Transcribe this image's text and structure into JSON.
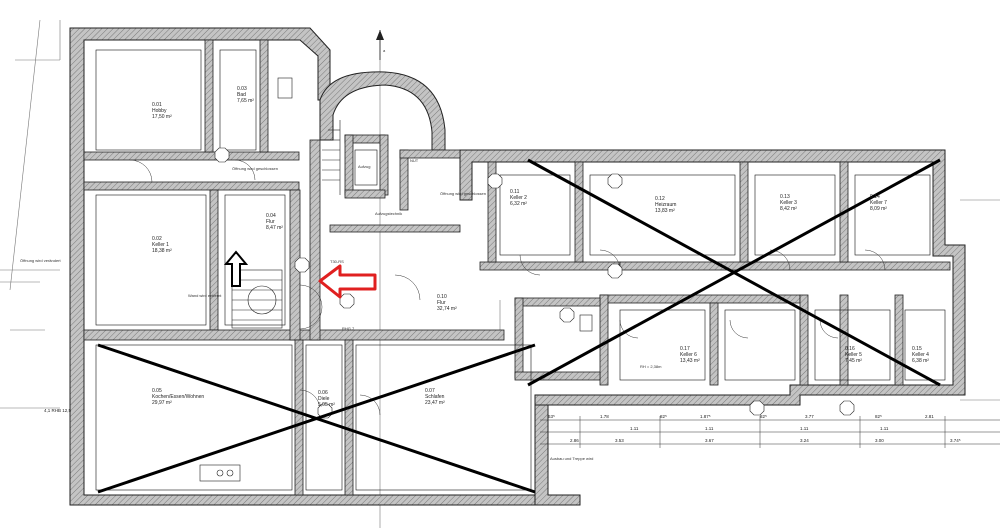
{
  "colors": {
    "wall": "#3a3a3a",
    "wall_fill": "#b5b5b5",
    "line": "#111111",
    "cross": "#000000",
    "arrow": "#e02020",
    "arrow_fill": "#ffffff"
  },
  "north": "a",
  "rooms": [
    {
      "num": "0.01",
      "name": "Hobby",
      "area": "17,50 m²"
    },
    {
      "num": "0.03",
      "name": "Bad",
      "area": "7,65 m²"
    },
    {
      "num": "0.02",
      "name": "Keller 1",
      "area": "18,38 m²"
    },
    {
      "num": "0.04",
      "name": "Flur",
      "area": "8,47 m²"
    },
    {
      "num": "0.05",
      "name": "Kochen/Essen/Wohnen",
      "area": "29,97 m²"
    },
    {
      "num": "0.06",
      "name": "Diele",
      "area": "5,05 m²"
    },
    {
      "num": "0.07",
      "name": "Schlafen",
      "area": "23,47 m²"
    },
    {
      "num": "0.10",
      "name": "Flur",
      "area": "32,74 m²"
    },
    {
      "num": "0.11",
      "name": "Keller 2",
      "area": "6,32 m²"
    },
    {
      "num": "0.12",
      "name": "Heizraum",
      "area": "13,83 m²"
    },
    {
      "num": "0.13",
      "name": "Keller 3",
      "area": "8,42 m²"
    },
    {
      "num": "0.14",
      "name": "Keller 7",
      "area": "8,09 m²"
    },
    {
      "num": "0.17",
      "name": "Keller 6",
      "area": "13,43 m²"
    },
    {
      "num": "0.16",
      "name": "Keller 5",
      "area": "7,45 m²"
    },
    {
      "num": "0.15",
      "name": "Keller 4",
      "area": "6,38 m²"
    }
  ],
  "labels": {
    "aufzug": "Aufzug",
    "aufzugtechnik": "Aufzugstechnik",
    "nut": "NUT",
    "oeffnung_1": "Öffnung wird geschlossen",
    "oeffnung_2": "Öffnung wird geschlossen",
    "oeffnung_3": "Öffnung wird verändert",
    "wand": "Wand wird entfernt",
    "ausbau": "Ausbau und Treppe wird",
    "rhg": "RHG.7",
    "bh_heights": "RH = 2,38m",
    "t30": "T30-RS"
  },
  "dimensions": {
    "bottom_upper": [
      "63⁵",
      "1.78",
      "82⁵",
      "1.87⁵",
      "82⁵",
      "3.77",
      "82⁵",
      "2.81"
    ],
    "bottom_middle": [
      "1.11",
      "1.11",
      "1.11",
      "1.11"
    ],
    "bottom_lower": [
      "2.86",
      "3.53",
      "3.67",
      "3.24",
      "3.00",
      "3.74⁵"
    ],
    "left": [
      "4,1 RHB 12,5"
    ]
  }
}
